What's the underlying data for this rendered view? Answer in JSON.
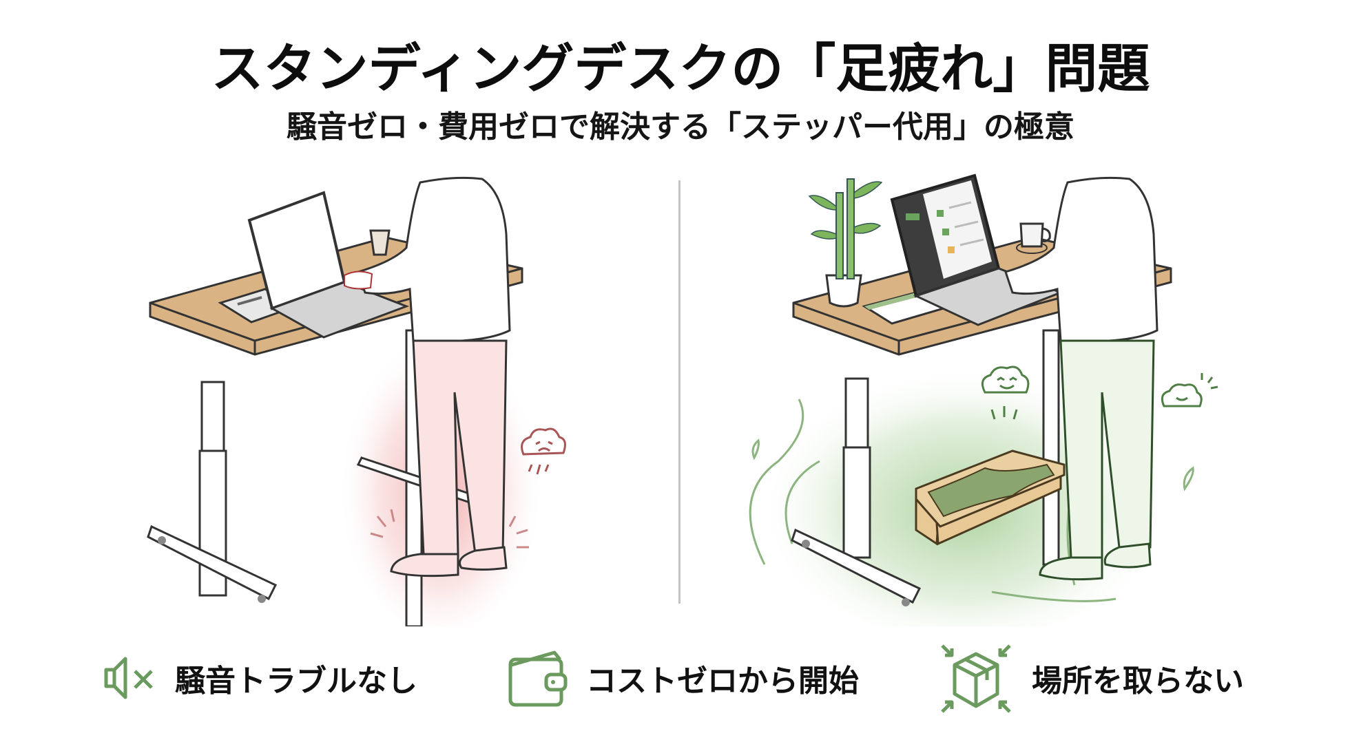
{
  "header": {
    "title": "スタンディングデスクの「足疲れ」問題",
    "subtitle": "騒音ゼロ・費用ゼロで解決する「ステッパー代用」の極意"
  },
  "panels": [
    {
      "id": "before",
      "scene": "standing-at-desk-tired-legs",
      "mood_icon": "sad-rain-cloud-icon",
      "accent_color": "#e8a0a0"
    },
    {
      "id": "after",
      "scene": "standing-with-footrest-stepper",
      "mood_icon": "happy-cloud-icon",
      "accent_color": "#8dbf7f",
      "laptop_screen": {
        "list_items": 3,
        "badge_colors": [
          "#6aa35c",
          "#6aa35c",
          "#e8b45a"
        ]
      }
    }
  ],
  "features": [
    {
      "icon": "speaker-muted-icon",
      "label": "騒音トラブルなし"
    },
    {
      "icon": "wallet-icon",
      "label": "コストゼロから開始"
    },
    {
      "icon": "compact-box-icon",
      "label": "場所を取らない"
    }
  ],
  "colors": {
    "icon_green": "#6b9a5e",
    "desk_wood": "#d9b383",
    "divider": "#c4c4c4",
    "text": "#111111"
  }
}
